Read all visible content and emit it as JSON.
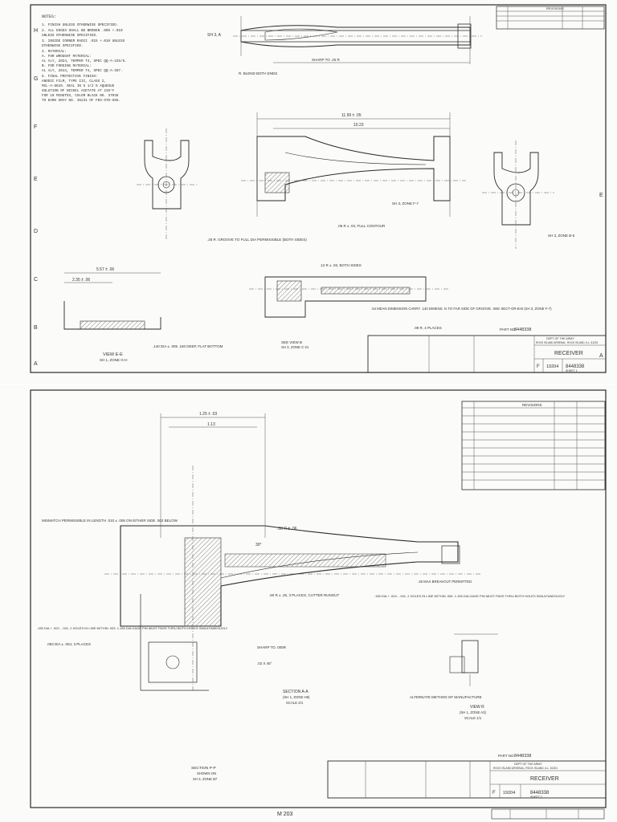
{
  "sheet1": {
    "notes_title": "NOTES:",
    "notes": [
      "1. FINISH   UNLESS OTHERWISE SPECIFIED.",
      "2. ALL EDGES SHALL BE BROKEN .005 +.010",
      "   UNLESS OTHERWISE SPECIFIED.",
      "3. INSIDE CORNER RADII .015 +.010 UNLESS",
      "   OTHERWISE SPECIFIED.",
      "4. MATERIAL:",
      "   A. FOR WROUGHT MATERIAL:",
      "   AL ALY, 2024, TEMPER T4, SPEC QQ-A-225/6.",
      "   B. FOR FORGING MATERIAL:",
      "   AL ALY, 2014, TEMPER T4, SPEC QQ-A-367.",
      "5. FINAL PROTECTIVE FINISH:",
      "   ANODIC FILM, TYPE III, CLASS 2,",
      "   MIL-A-8625. SEAL IN 5 1/2 % AQUEOUS",
      "   SOLUTION OF NICKEL ACETATE AT 210°F",
      "   FOR 10 MINUTES, COLOR BLACK NO. 37038",
      "   TO DARK GRAY NO. 36231 OF FED-STD-595."
    ],
    "section_aa": "SH 3, A",
    "view_e_title": "VIEW E-E",
    "view_e_ref": "SH 1, ZONE G-H",
    "view_b_title": "SEE VIEW B",
    "view_b_ref": "SH 3, ZONE C-21",
    "label_r_blend_both": "R. BLEND BOTH ENDS",
    "label_sharp": "SHARP TO .25 R",
    "label_full_contour": ".06 R ± .03, FULL CONTOUR",
    "label_groove": ".26 R. GROOVE TO FULL DIA PERMISSIBLE (BOTH SIDES)",
    "label_radius_both_sides": ".12 R ± .03, BOTH SIDES",
    "label_mean_dim": ".54 MEAN DIMENSION CARRY .140 DIMENS. N TO FAR SIDE OF GROOVE. SEE SECT-OR-B-B (SH 3, ZONE F-7)",
    "label_places": ".09 R, 4 PLACES",
    "label_flat_bottom": ".140 DIA ± .005 .160 DEEP, FLAT BOTTOM",
    "label_zone_f": "SH 3, ZONE F-7",
    "label_zone_b": "SH 3, ZONE B-5",
    "dim_overall": "11.99 ± .05",
    "dim_1023": "10.23",
    "dim_557": "5.57 ± .06",
    "dim_235": "2.35 ± .06",
    "title_block": {
      "part_no_label": "PART NO",
      "part_no": "8448338",
      "dept": "DEPT OF THE ARMY",
      "arsenal": "ROCK ISLAND ARSENAL, ROCK ISLAND, ILL. 61201",
      "title": "RECEIVER",
      "size": "F",
      "code": "19204",
      "dwg_no": "8448338",
      "sheet": "SHEET 1"
    },
    "revisions_title": "REVISIONS"
  },
  "sheet2": {
    "label_mismatch": "MISMATCH PERMISSIBLE IN LENGTH .010 ± .006 ON EITHER SIDE .002 BELOW",
    "label_cutter": ".50 R ± .25, 3 PLACES, CUTTER RUNOUT",
    "label_breakout": ".26 MAX BREAKOUT PERMITTED",
    "label_holes": ".155 DIA + .004 - .001, 2 HOLES IN LINE WITHIN .006. 1.155 DIA GAGE PIN MUST PASS THRU BOTH HOLES SIMULTANEOUSLY",
    "label_sharp": "SHARP TO .005R",
    "label_chamfer": ".02 X 45°",
    "label_holes_left": ".155 DIA + .002 - .001, 2 HOLES IN LINE WITHIN .003. 1.155 DIA GAGE PIN MUST PASS THRU BOTH HOLES SIMULTANEOUSLY",
    "label_three_places": ".093 DIA ± .004, 3 PLACES",
    "section_aa_title": "SECTION A-A",
    "section_aa_ref": "(SH 1, ZONE H8)",
    "section_aa_scale": "SCALE 2/1",
    "section_pp_title": "SECTION P-P",
    "section_pp_shown": "SHOWN ON",
    "section_pp_ref": "SH 3, ZONE B7",
    "alt_method": "ALTERNATE METHOD OF MANUFACTURE",
    "view_r_title": "VIEW R",
    "view_r_ref": "(SH 1, ZONE A3)",
    "view_r_scale": "SCALE 1/1",
    "dim_top": "1.25 ± .03",
    "dim_second": "1.13",
    "dim_30": "30°",
    "dim_250": ".50 R ± .06",
    "title_block": {
      "part_no_label": "PART NO",
      "part_no": "8448338",
      "dept": "DEPT OF THE ARMY",
      "arsenal": "ROCK ISLAND ARSENAL, ROCK ISLAND, ILL. 61201",
      "title": "RECEIVER",
      "size": "F",
      "code": "19204",
      "dwg_no": "8448338",
      "sheet": "SHEET 2"
    },
    "revisions_title": "REVISIONS",
    "footer_mark": "M 203"
  }
}
